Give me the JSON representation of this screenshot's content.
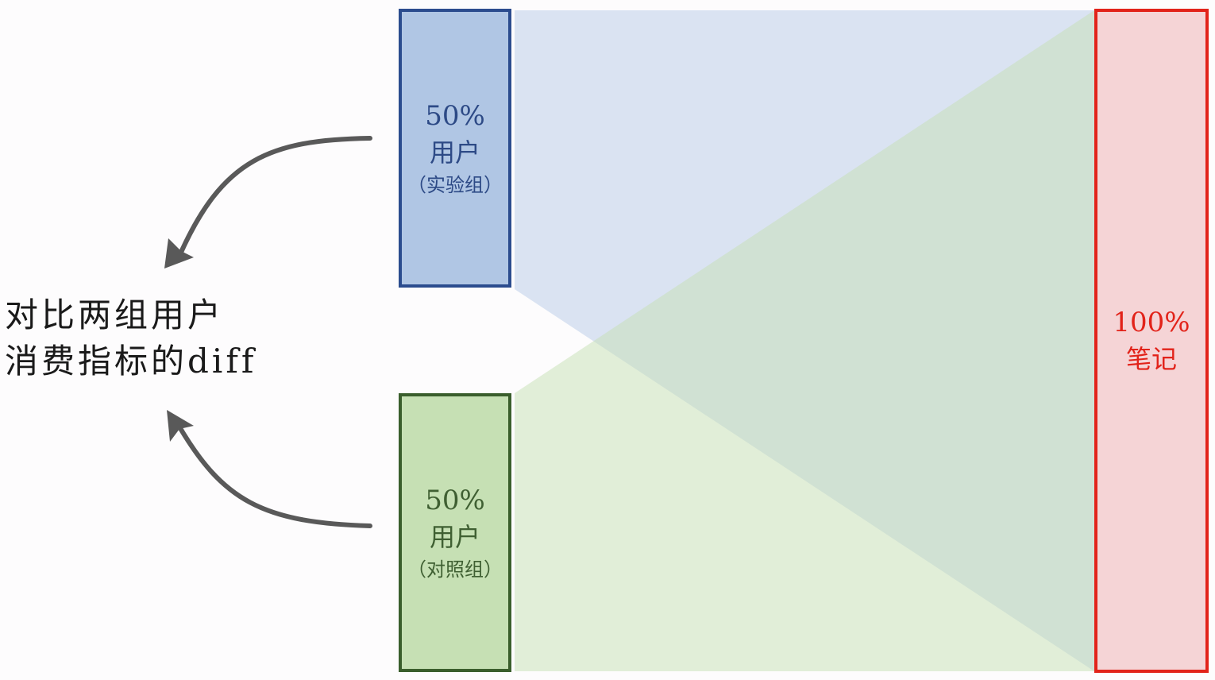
{
  "summary": {
    "line1": "对比两组用户",
    "line2": "消费指标的diff"
  },
  "experiment_group": {
    "percent": "50%",
    "label": "用户",
    "sub": "（实验组）"
  },
  "control_group": {
    "percent": "50%",
    "label": "用户",
    "sub": "（对照组）"
  },
  "notes": {
    "percent": "100%",
    "label": "笔记"
  },
  "colors": {
    "experiment_fill": "#b0c6e4",
    "experiment_border": "#2b4c8e",
    "control_fill": "#c6e0b4",
    "control_border": "#3a5e2c",
    "notes_fill": "#f5d4d6",
    "notes_border": "#e2231a",
    "arrow": "#595959"
  }
}
